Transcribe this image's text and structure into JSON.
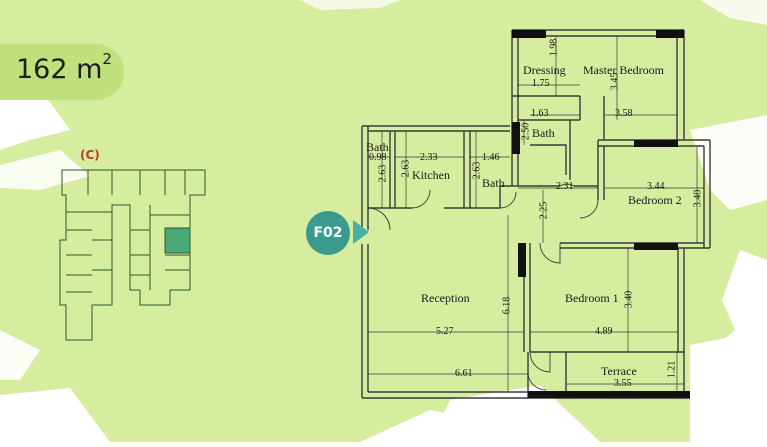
{
  "area": {
    "value": "162 m",
    "unit_sup": "2"
  },
  "block": {
    "label": "(C)",
    "highlight_color": "#4aa877"
  },
  "unit": {
    "label": "F02",
    "color": "#3a9a8e"
  },
  "rooms": {
    "dressing": "Dressing",
    "master_bedroom": "Master Bedroom",
    "bath_master": "Bath",
    "bath_left": "Bath",
    "kitchen": "Kitchen",
    "bath_mid": "Bath",
    "bedroom2": "Bedroom 2",
    "reception": "Reception",
    "bedroom1": "Bedroom 1",
    "terrace": "Terrace"
  },
  "dimensions": {
    "dressing_h": "1.98",
    "dressing_w": "1.75",
    "master_h": "3.45",
    "bath_master_w": "1.63",
    "master_w": "3.58",
    "bath_master_h": "2.50",
    "bath_left_w": "0.98",
    "bath_left_h": "2.63",
    "kitchen_w": "2.33",
    "kitchen_h": "2.63",
    "bath_mid_w": "1.46",
    "bath_mid_h": "2.63",
    "hall_w": "2.31",
    "bedroom2_w": "3.44",
    "bedroom2_h": "3.40",
    "hall_h": "2.25",
    "reception_h": "6.18",
    "bedroom1_h": "3.40",
    "reception_w": "5.27",
    "bedroom1_w": "4.89",
    "total_w": "6.61",
    "terrace_h": "1.21",
    "terrace_w": "3.55"
  }
}
